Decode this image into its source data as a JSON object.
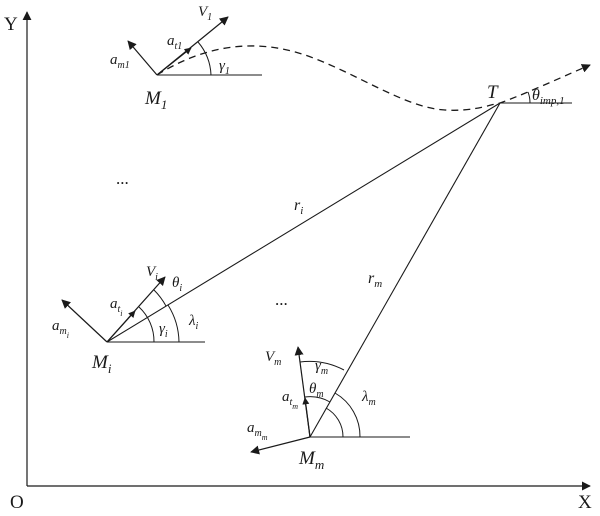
{
  "axes": {
    "y": "Y",
    "x": "X",
    "origin": "O"
  },
  "target": {
    "name": "T",
    "impact_angle": {
      "main": "θ",
      "sub": "imp,1"
    }
  },
  "missile_1": {
    "name": {
      "main": "M",
      "sub": "1"
    },
    "velocity": {
      "main": "V",
      "sub": "1"
    },
    "tangential_accel": {
      "main": "a",
      "sub": "t1"
    },
    "normal_accel": {
      "main": "a",
      "sub": "m1"
    },
    "flight_path_angle": {
      "main": "γ",
      "sub": "1"
    }
  },
  "missile_i": {
    "name": {
      "main": "M",
      "sub": "i"
    },
    "velocity": {
      "main": "V",
      "sub": "i"
    },
    "tangential_accel": {
      "main": "a",
      "sub": "t",
      "subsub": "i"
    },
    "normal_accel": {
      "main": "a",
      "sub": "m",
      "subsub": "i"
    },
    "lead_angle": {
      "main": "θ",
      "sub": "i"
    },
    "flight_path_angle": {
      "main": "γ",
      "sub": "i"
    },
    "los_angle": {
      "main": "λ",
      "sub": "i"
    },
    "range": {
      "main": "r",
      "sub": "i"
    }
  },
  "missile_m": {
    "name": {
      "main": "M",
      "sub": "m"
    },
    "velocity": {
      "main": "V",
      "sub": "m"
    },
    "tangential_accel": {
      "main": "a",
      "sub": "t",
      "subsub": "m"
    },
    "normal_accel": {
      "main": "a",
      "sub": "m",
      "subsub": "m"
    },
    "lead_angle": {
      "main": "θ",
      "sub": "m"
    },
    "flight_path_angle": {
      "main": "γ",
      "sub": "m"
    },
    "los_angle": {
      "main": "λ",
      "sub": "m"
    },
    "range": {
      "main": "r",
      "sub": "m"
    }
  },
  "ellipsis": "..."
}
